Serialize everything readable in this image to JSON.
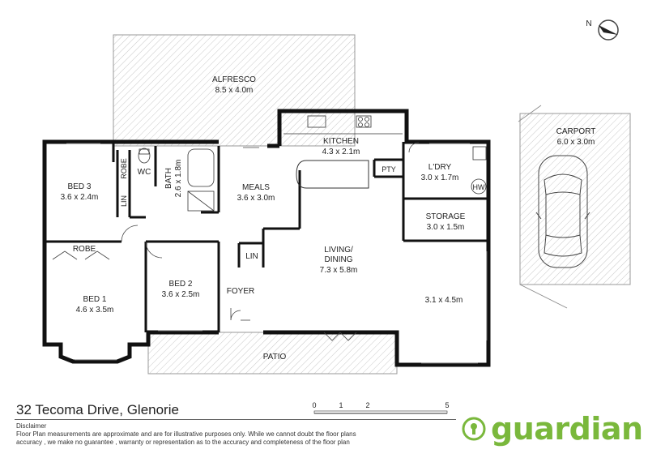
{
  "rooms": {
    "alfresco": {
      "name": "ALFRESCO",
      "dims": "8.5 x 4.0m"
    },
    "kitchen": {
      "name": "KITCHEN",
      "dims": "4.3 x 2.1m"
    },
    "laundry": {
      "name": "L'DRY",
      "dims": "3.0 x 1.7m"
    },
    "hw": "HW",
    "pantry": "PTY",
    "storage": {
      "name": "STORAGE",
      "dims": "3.0 x 1.5m"
    },
    "carport": {
      "name": "CARPORT",
      "dims": "6.0 x 3.0m"
    },
    "bed3": {
      "name": "BED 3",
      "dims": "3.6 x 2.4m"
    },
    "robe_bed3": "ROBE",
    "wc": "WC",
    "bath": {
      "name": "BATH",
      "dims": "2.6 x 1.8m"
    },
    "lin_upper": "LIN",
    "meals": {
      "name": "MEALS",
      "dims": "3.6 x 3.0m"
    },
    "living": {
      "name": "LIVING/",
      "name2": "DINING",
      "dims": "7.3 x 5.8m"
    },
    "lin_lower": "LIN",
    "robe_bed1": "ROBE",
    "bed1": {
      "name": "BED 1",
      "dims": "4.6 x 3.5m"
    },
    "bed2": {
      "name": "BED 2",
      "dims": "3.6 x 2.5m"
    },
    "foyer": "FOYER",
    "area": {
      "dims": "3.1 x 4.5m"
    },
    "patio": "PATIO"
  },
  "compass": {
    "letter": "N"
  },
  "scale": {
    "ticks": [
      "0",
      "1",
      "2",
      "5"
    ]
  },
  "footer": {
    "address": "32 Tecoma Drive, Glenorie",
    "disclaimer_title": "Disclaimer",
    "disclaimer_line1": "Floor Plan measurements are approximate and are for illustrative purposes only. While we cannot doubt the floor plans",
    "disclaimer_line2": "accuracy , we make no guarantee , warranty or representation as to the accuracy and completeness of the floor plan"
  },
  "brand": {
    "name": "guardian",
    "color": "#7ab83c"
  }
}
